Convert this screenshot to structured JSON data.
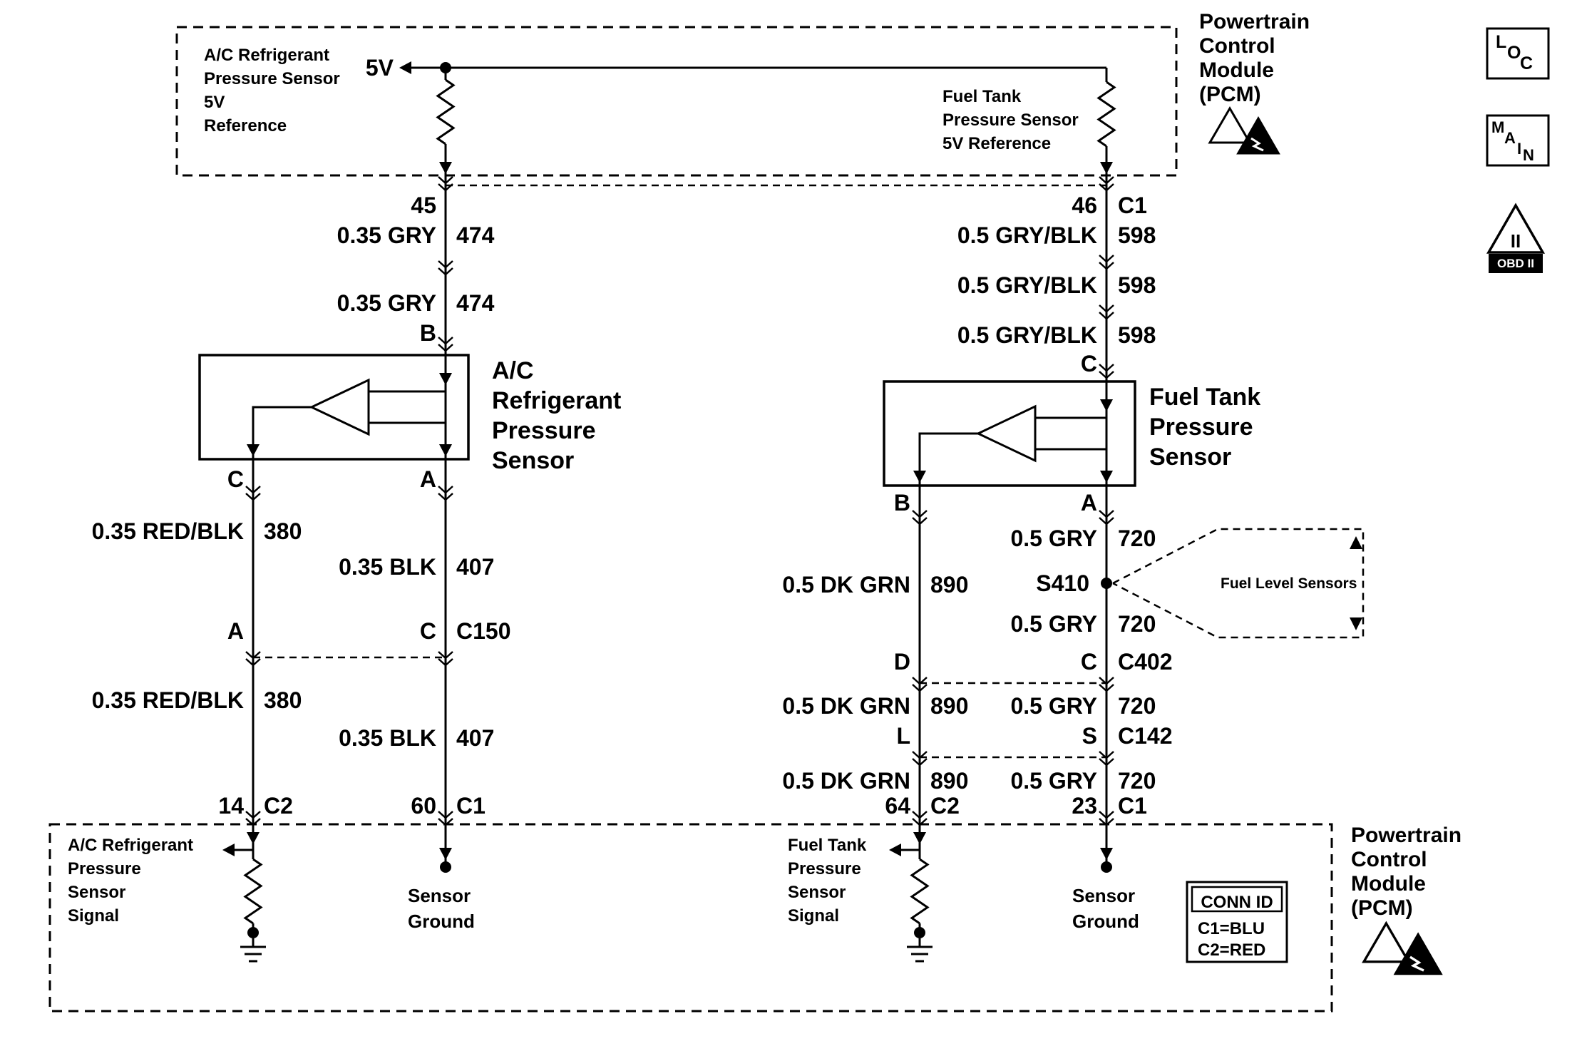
{
  "pcm_top": {
    "title": [
      "Powertrain",
      "Control",
      "Module",
      "(PCM)"
    ],
    "ac_ref_label": [
      "A/C Refrigerant",
      "Pressure Sensor",
      "5V",
      "Reference"
    ],
    "ft_ref_label": [
      "Fuel Tank",
      "Pressure Sensor",
      "5V Reference"
    ],
    "supply": "5V",
    "pin_left": "45",
    "pin_right": "46",
    "conn_right": "C1"
  },
  "ac_branch": {
    "wire1": "0.35 GRY",
    "ckt1": "474",
    "wire2": "0.35 GRY",
    "ckt2": "474",
    "pin_b": "B",
    "sensor_name": [
      "A/C",
      "Refrigerant",
      "Pressure",
      "Sensor"
    ],
    "pin_c": "C",
    "pin_a": "A",
    "sig_wire1": "0.35 RED/BLK",
    "sig_ckt1": "380",
    "gnd_wire1": "0.35 BLK",
    "gnd_ckt1": "407",
    "c150_pin_left": "A",
    "c150_pin_right": "C",
    "c150": "C150",
    "sig_wire2": "0.35 RED/BLK",
    "sig_ckt2": "380",
    "gnd_wire2": "0.35 BLK",
    "gnd_ckt2": "407",
    "pcm_pin_sig": "14",
    "pcm_conn_sig": "C2",
    "pcm_pin_gnd": "60",
    "pcm_conn_gnd": "C1"
  },
  "ft_branch": {
    "wire1": "0.5 GRY/BLK",
    "ckt1": "598",
    "wire2": "0.5 GRY/BLK",
    "ckt2": "598",
    "wire3": "0.5 GRY/BLK",
    "ckt3": "598",
    "pin_c": "C",
    "sensor_name": [
      "Fuel Tank",
      "Pressure",
      "Sensor"
    ],
    "pin_b": "B",
    "pin_a": "A",
    "gry_wire1": "0.5 GRY",
    "gry_ckt1": "720",
    "grn_wire1": "0.5 DK GRN",
    "grn_ckt1": "890",
    "splice": "S410",
    "fuel_level_label": "Fuel Level Sensors",
    "gry_wire2": "0.5 GRY",
    "gry_ckt2": "720",
    "c402_pin_left": "D",
    "c402_pin_right": "C",
    "c402": "C402",
    "grn_wire2": "0.5 DK GRN",
    "grn_ckt2": "890",
    "gry_wire3": "0.5 GRY",
    "gry_ckt3": "720",
    "c142_pin_left": "L",
    "c142_pin_right": "S",
    "c142": "C142",
    "grn_wire3": "0.5 DK GRN",
    "grn_ckt3": "890",
    "gry_wire4": "0.5 GRY",
    "gry_ckt4": "720",
    "pcm_pin_sig": "64",
    "pcm_conn_sig": "C2",
    "pcm_pin_gnd": "23",
    "pcm_conn_gnd": "C1"
  },
  "pcm_bottom": {
    "title": [
      "Powertrain",
      "Control",
      "Module",
      "(PCM)"
    ],
    "ac_signal_label": [
      "A/C Refrigerant",
      "Pressure",
      "Sensor",
      "Signal"
    ],
    "ft_signal_label": [
      "Fuel Tank",
      "Pressure",
      "Sensor",
      "Signal"
    ],
    "sensor_ground_left": [
      "Sensor",
      "Ground"
    ],
    "sensor_ground_right": [
      "Sensor",
      "Ground"
    ],
    "conn_id_title": "CONN ID",
    "conn_id_c1": "C1=BLU",
    "conn_id_c2": "C2=RED"
  },
  "legend": {
    "loc_letters": [
      "L",
      "O",
      "C"
    ],
    "main_letters": [
      "M",
      "A",
      "I",
      "N"
    ],
    "obd_triangle": "II",
    "obd_banner": "OBD II"
  }
}
